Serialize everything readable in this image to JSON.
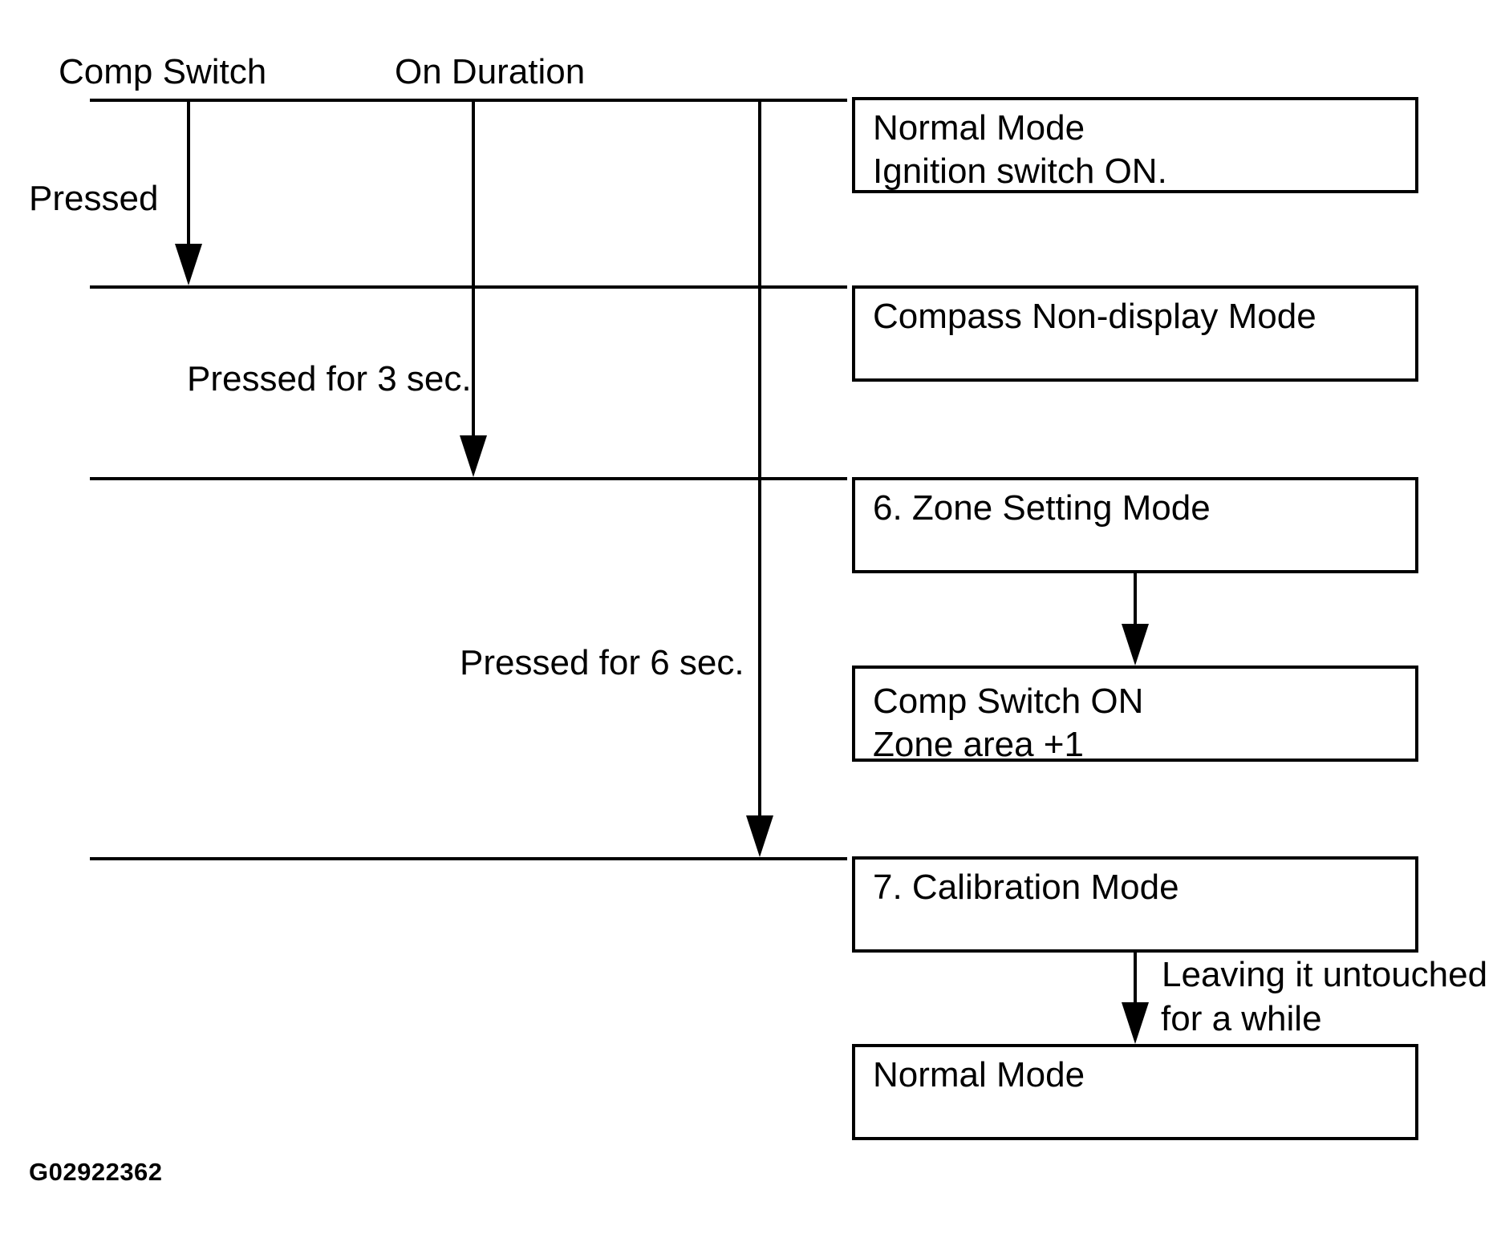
{
  "diagram": {
    "headers": [
      {
        "label": "Comp Switch"
      },
      {
        "label": "On Duration"
      }
    ],
    "transitions": {
      "pressed": "Pressed",
      "pressed_3s": "Pressed for 3 sec.",
      "pressed_6s": "Pressed for 6 sec.",
      "leaving_line1": "Leaving it untouched",
      "leaving_line2": "for a while"
    },
    "boxes": [
      {
        "line1": "Normal Mode",
        "line2": "Ignition switch ON."
      },
      {
        "line1": "Compass Non-display Mode"
      },
      {
        "line1": "6. Zone Setting Mode"
      },
      {
        "line1": "Comp Switch ON",
        "line2": "Zone area +1"
      },
      {
        "line1": "7. Calibration Mode"
      },
      {
        "line1": "Normal Mode"
      }
    ],
    "figure_id": "G02922362",
    "colors": {
      "line": "#000000",
      "background": "#ffffff"
    }
  }
}
